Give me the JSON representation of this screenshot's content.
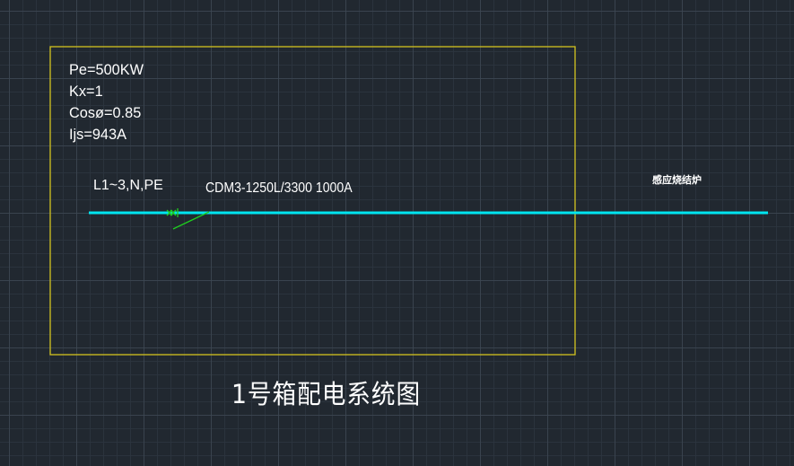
{
  "colors": {
    "background": "#212830",
    "frame": "#d2c21e",
    "bus_line": "#00e5f0",
    "breaker": "#1fd01f",
    "text": "#ffffff"
  },
  "params": {
    "pe": "Pe=500KW",
    "kx": "Kx=1",
    "cos": "Cosø=0.85",
    "ijs": "Ijs=943A"
  },
  "circuit": {
    "wire_spec": "L1~3,N,PE",
    "breaker_spec": "CDM3-1250L/3300 1000A",
    "load_name": "感应烧结炉"
  },
  "title": "1号箱配电系统图",
  "icons": {
    "breaker": "circuit-breaker-symbol",
    "frame": "distribution-box-frame"
  }
}
